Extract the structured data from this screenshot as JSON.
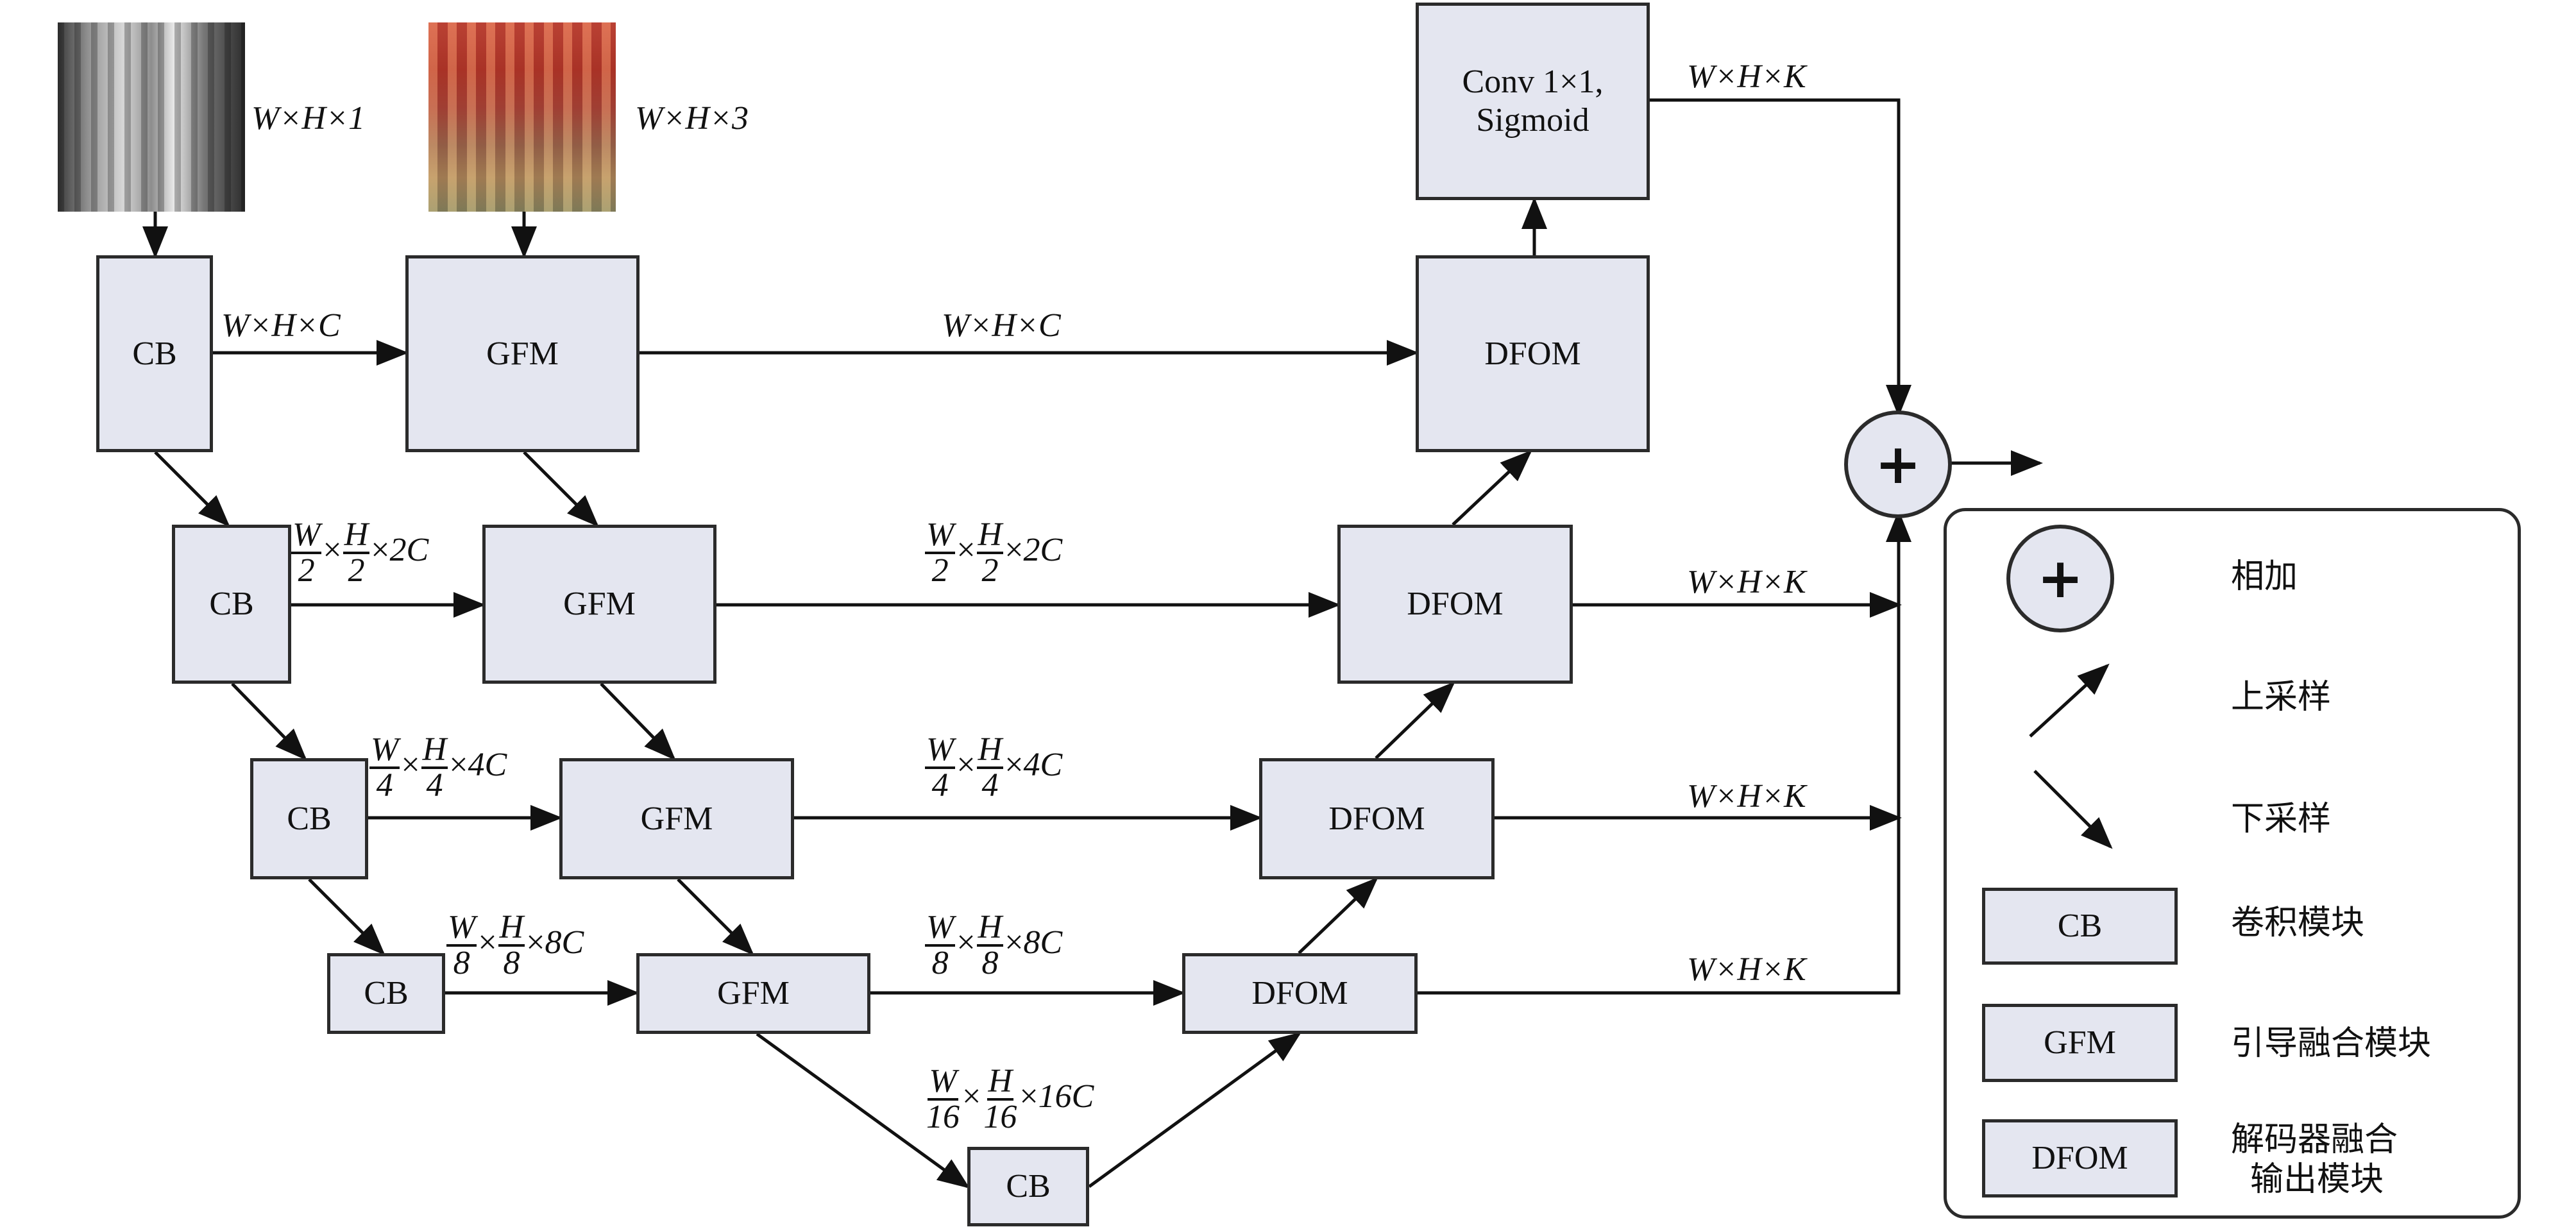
{
  "inputs": {
    "gray_dim": "W×H×1",
    "color_dim": "W×H×3"
  },
  "blocks": {
    "cb": "CB",
    "gfm": "GFM",
    "dfom": "DFOM",
    "conv_line1": "Conv 1×1,",
    "conv_line2": "Sigmoid"
  },
  "dims": {
    "whc": "W×H×C",
    "whk": "W×H×K",
    "mult": "×",
    "w": "W",
    "h": "H",
    "d2": "2",
    "d4": "4",
    "d8": "8",
    "d16": "16",
    "c2": "2C",
    "c4": "4C",
    "c8": "8C",
    "c16": "16C"
  },
  "legend": {
    "add_symbol": "+",
    "add": "相加",
    "up": "上采样",
    "down": "下采样",
    "cb_box": "CB",
    "cb": "卷积模块",
    "gfm_box": "GFM",
    "gfm": "引导融合模块",
    "dfom_box": "DFOM",
    "dfom_line1": "解码器融合",
    "dfom_line2": "输出模块"
  },
  "colors": {
    "box_fill": "#e4e6f0",
    "stroke": "#2b2b2b"
  }
}
